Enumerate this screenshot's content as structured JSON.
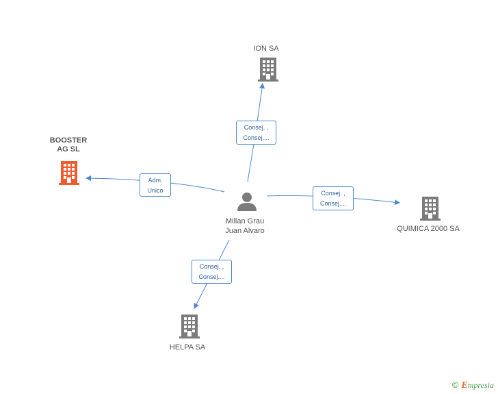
{
  "colors": {
    "building_default": "#7b7b7b",
    "building_main": "#f05a2c",
    "edge": "#4a86d4",
    "person": "#7b7b7b"
  },
  "center": {
    "name_line1": "Millan Grau",
    "name_line2": "Juan Alvaro",
    "icon": "person-icon"
  },
  "nodes": {
    "booster": {
      "line1": "BOOSTER",
      "line2": "AG SL",
      "icon": "building-icon"
    },
    "ion": {
      "label": "ION SA",
      "icon": "building-icon"
    },
    "quimica": {
      "label": "QUIMICA 2000 SA",
      "icon": "building-icon"
    },
    "helpa": {
      "label": "HELPA SA",
      "icon": "building-icon"
    }
  },
  "edges": {
    "booster": {
      "line1": "Adm.",
      "line2": "Unico"
    },
    "ion": {
      "line1": "Consej. ,",
      "line2": "Consej...."
    },
    "quimica": {
      "line1": "Consej. ,",
      "line2": "Consej...."
    },
    "helpa": {
      "line1": "Consej. ,",
      "line2": "Consej...."
    }
  },
  "footer": {
    "copyright": "©",
    "brand_first": "E",
    "brand_rest": "mpresia"
  }
}
